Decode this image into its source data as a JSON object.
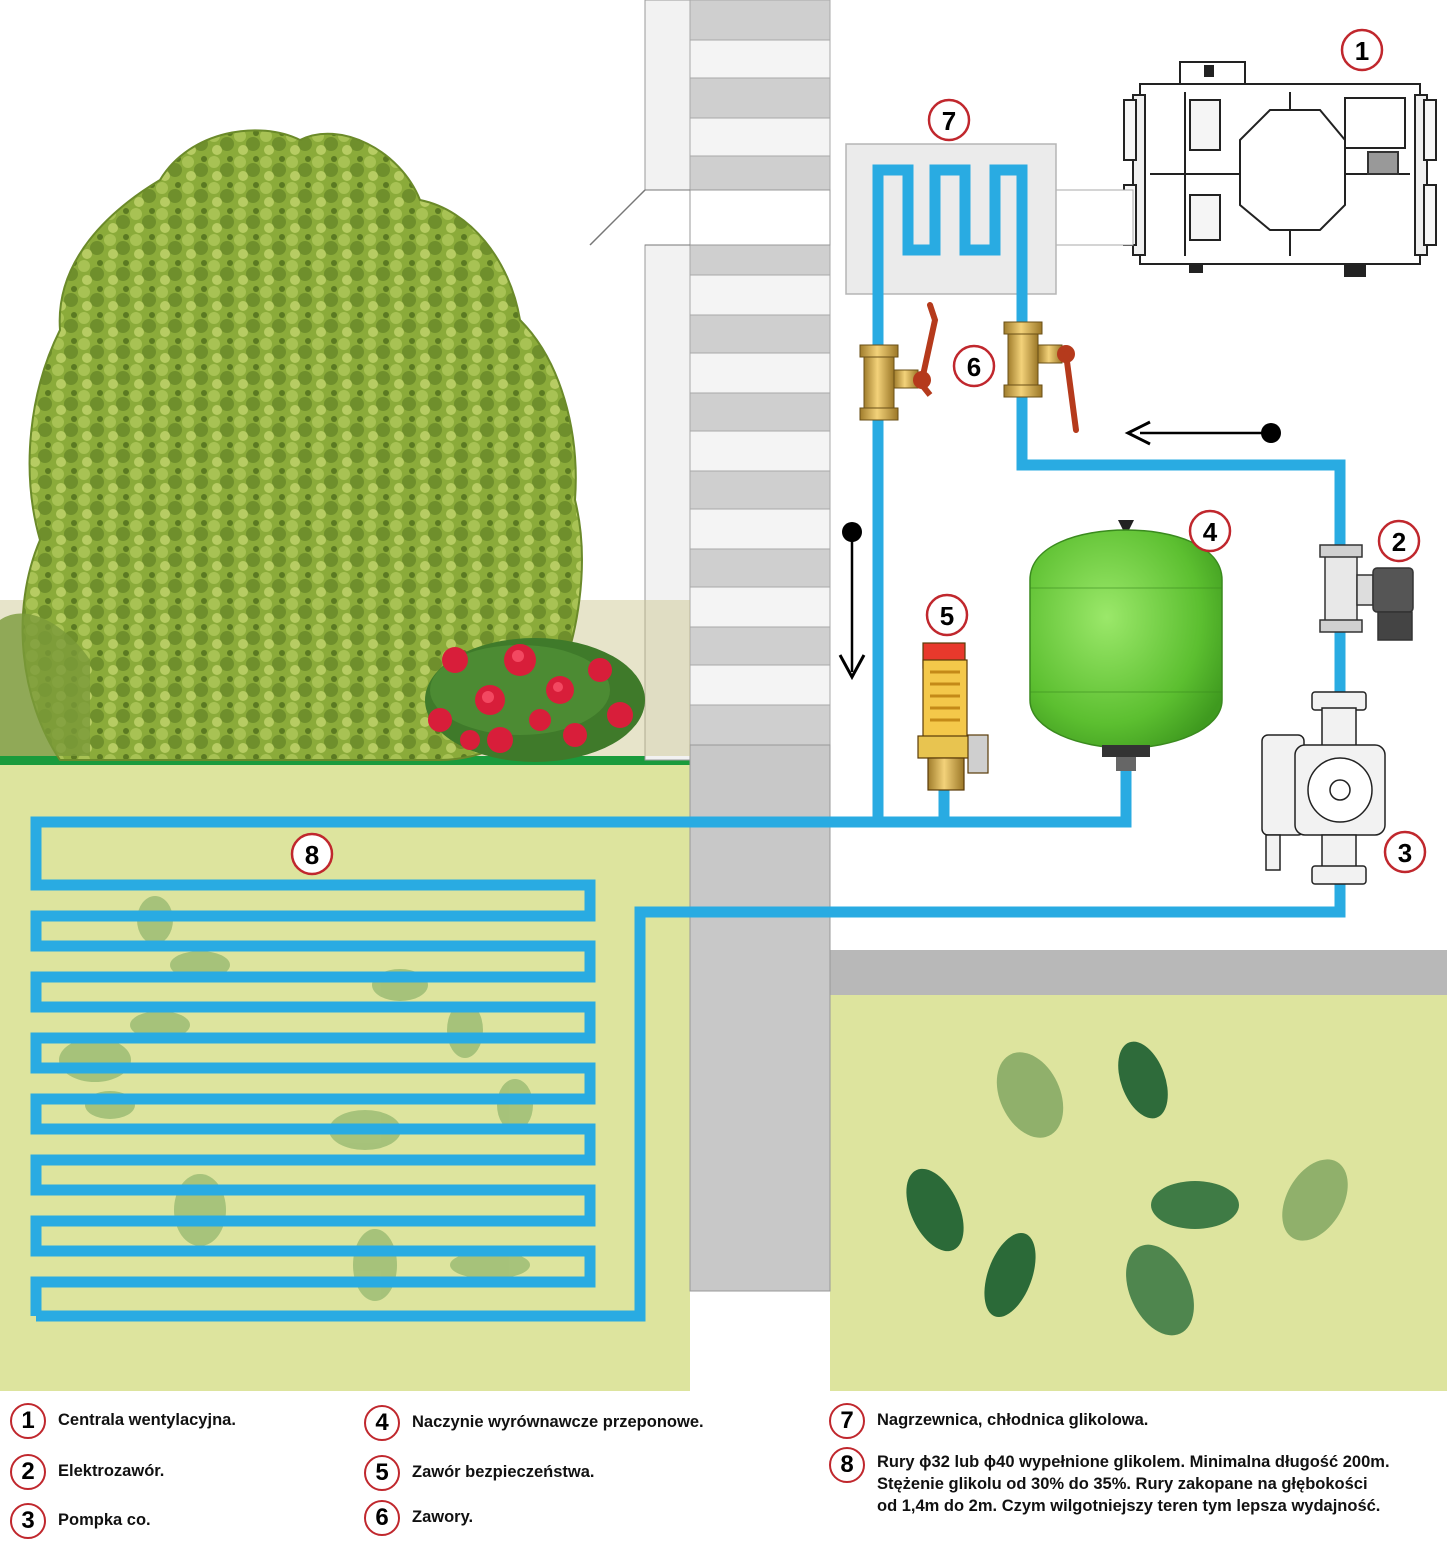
{
  "callouts": {
    "c1": "1",
    "c2": "2",
    "c3": "3",
    "c4": "4",
    "c5": "5",
    "c6": "6",
    "c7": "7",
    "c8": "8"
  },
  "legend": [
    {
      "num": "1",
      "text": "Centrala wentylacyjna."
    },
    {
      "num": "2",
      "text": "Elektrozawór."
    },
    {
      "num": "3",
      "text": "Pompka co."
    },
    {
      "num": "4",
      "text": "Naczynie wyrównawcze przeponowe."
    },
    {
      "num": "5",
      "text": "Zawór bezpieczeństwa."
    },
    {
      "num": "6",
      "text": "Zawory."
    },
    {
      "num": "7",
      "text": "Nagrzewnica, chłodnica glikolowa."
    },
    {
      "num": "8",
      "text": "Rury ϕ32 lub ϕ40 wypełnione glikolem. Minimalna długość 200m.",
      "text2": "Stężenie glikolu od 30% do 35%. Rury zakopane na głębokości",
      "text3": "od 1,4m do 2m. Czym wilgotniejszy teren tym lepsza wydajność."
    }
  ],
  "colors": {
    "pipe": "#29abe2",
    "soil": "#dde49e",
    "grass": "#1a9b3c",
    "wall": "#c8c8c8",
    "tank": "#6ccb3a",
    "callout_ring": "#c0272d"
  }
}
